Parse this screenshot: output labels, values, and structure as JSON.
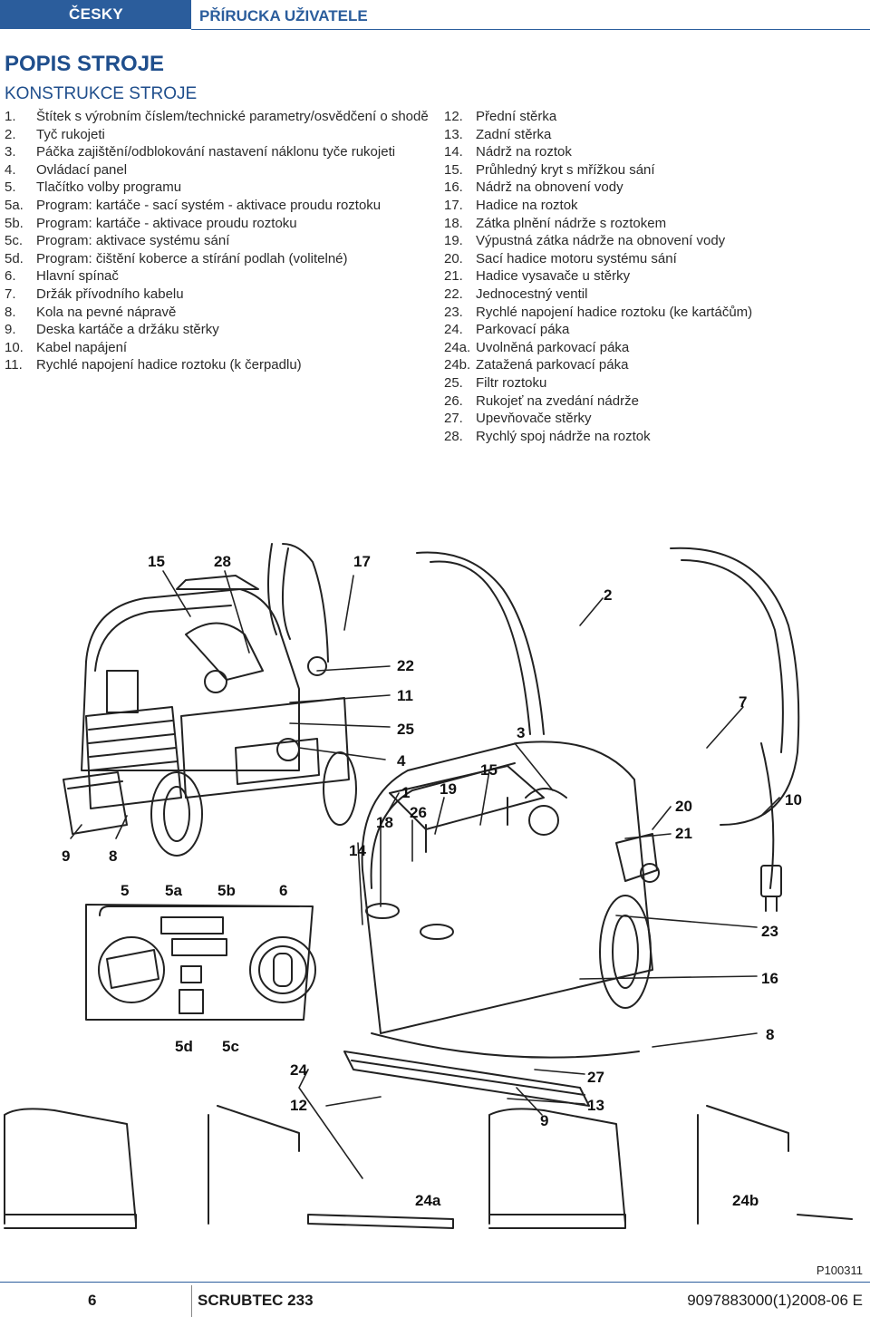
{
  "header": {
    "language": "ČESKY",
    "manual": "PŘÍRUCKA UŽIVATELE"
  },
  "section_title": "POPIS STROJE",
  "subsection_title": "KONSTRUKCE STROJE",
  "left_items": [
    {
      "num": "1.",
      "text": "Štítek s výrobním číslem/technické parametry/osvědčení o shodě"
    },
    {
      "num": "2.",
      "text": "Tyč rukojeti"
    },
    {
      "num": "3.",
      "text": "Páčka zajištění/odblokování nastavení náklonu tyče rukojeti"
    },
    {
      "num": "4.",
      "text": "Ovládací panel"
    },
    {
      "num": "5.",
      "text": "Tlačítko volby programu"
    },
    {
      "num": "5a.",
      "text": "Program: kartáče - sací systém - aktivace proudu roztoku"
    },
    {
      "num": "5b.",
      "text": "Program: kartáče - aktivace proudu roztoku"
    },
    {
      "num": "5c.",
      "text": "Program: aktivace systému sání"
    },
    {
      "num": "5d.",
      "text": "Program: čištění koberce a stírání podlah (volitelné)"
    },
    {
      "num": "6.",
      "text": "Hlavní spínač"
    },
    {
      "num": "7.",
      "text": "Držák přívodního kabelu"
    },
    {
      "num": "8.",
      "text": "Kola na pevné nápravě"
    },
    {
      "num": "9.",
      "text": "Deska kartáče a držáku stěrky"
    },
    {
      "num": "10.",
      "text": "Kabel napájení"
    },
    {
      "num": "11.",
      "text": "Rychlé napojení hadice roztoku (k čerpadlu)"
    }
  ],
  "right_items": [
    {
      "num": "12.",
      "text": "Přední stěrka"
    },
    {
      "num": "13.",
      "text": "Zadní stěrka"
    },
    {
      "num": "14.",
      "text": "Nádrž na roztok"
    },
    {
      "num": "15.",
      "text": "Průhledný kryt s mřížkou sání"
    },
    {
      "num": "16.",
      "text": "Nádrž na obnovení vody"
    },
    {
      "num": "17.",
      "text": "Hadice na roztok"
    },
    {
      "num": "18.",
      "text": "Zátka plnění nádrže s roztokem"
    },
    {
      "num": "19.",
      "text": "Výpustná zátka nádrže na obnovení vody"
    },
    {
      "num": "20.",
      "text": "Sací hadice motoru systému sání"
    },
    {
      "num": "21.",
      "text": "Hadice vysavače u stěrky"
    },
    {
      "num": "22.",
      "text": "Jednocestný ventil"
    },
    {
      "num": "23.",
      "text": "Rychlé napojení hadice roztoku (ke kartáčům)"
    },
    {
      "num": "24.",
      "text": "Parkovací páka"
    },
    {
      "num": "24a.",
      "text": "Uvolněná parkovací páka"
    },
    {
      "num": "24b.",
      "text": "Zatažená parkovací páka"
    },
    {
      "num": "25.",
      "text": "Filtr roztoku"
    },
    {
      "num": "26.",
      "text": "Rukojeť na zvedání nádrže"
    },
    {
      "num": "27.",
      "text": "Upevňovače stěrky"
    },
    {
      "num": "28.",
      "text": "Rychlý spoj nádrže na roztok"
    }
  ],
  "callouts": {
    "c15a": "15",
    "c28": "28",
    "c17": "17",
    "c2": "2",
    "c22": "22",
    "c11": "11",
    "c7": "7",
    "c25": "25",
    "c3": "3",
    "c4": "4",
    "c15b": "15",
    "c1": "1",
    "c19": "19",
    "c26": "26",
    "c18": "18",
    "c20": "20",
    "c10": "10",
    "c21": "21",
    "c9a": "9",
    "c8a": "8",
    "c14": "14",
    "c5": "5",
    "c5a": "5a",
    "c5b": "5b",
    "c6": "6",
    "c23": "23",
    "c16": "16",
    "c8b": "8",
    "c5d": "5d",
    "c5c": "5c",
    "c24": "24",
    "c27": "27",
    "c12": "12",
    "c13": "13",
    "c9b": "9",
    "c24a": "24a",
    "c24b": "24b"
  },
  "figure_code": "P100311",
  "footer": {
    "page": "6",
    "model": "SCRUBTEC 233",
    "doc_number": "9097883000(1)2008-06 E"
  }
}
